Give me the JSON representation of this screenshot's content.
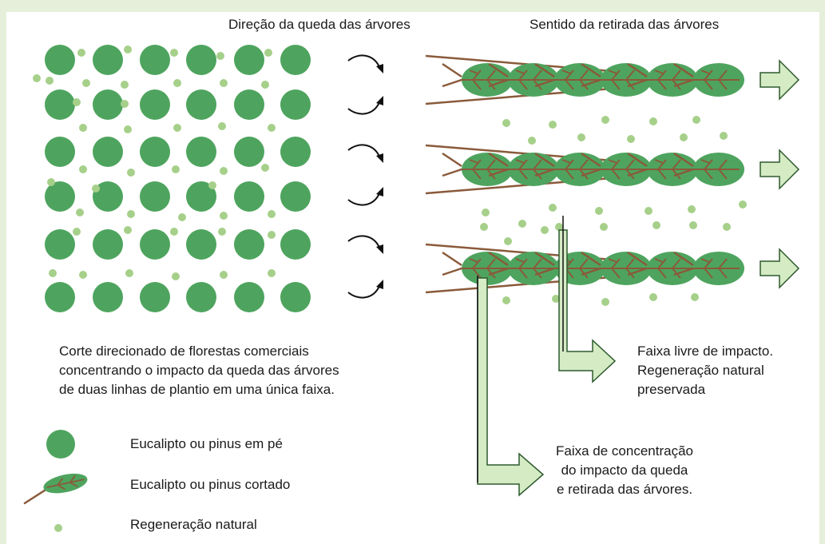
{
  "headings": {
    "fall_direction": "Direção da queda das árvores",
    "removal_direction": "Sentido da retirada das árvores"
  },
  "description": [
    "Corte direcionado de florestas comerciais",
    "concentrando o impacto da queda das árvores",
    "de duas linhas de plantio em uma única faixa."
  ],
  "legend": {
    "standing": "Eucalipto ou pinus em pé",
    "cut": "Eucalipto ou pinus cortado",
    "regen": "Regeneração natural"
  },
  "callouts": {
    "free_strip": [
      "Faixa livre de impacto.",
      "Regeneração natural",
      "preservada"
    ],
    "impact_strip": [
      "Faixa de concentração",
      "do impacto da queda",
      "e retirada das árvores."
    ]
  },
  "colors": {
    "background": "#e6efd9",
    "tree_green": "#4ea45e",
    "regen_green": "#a6d08a",
    "trunk": "#8a5a3a",
    "arrow_fill": "#d4ebc4",
    "arrow_stroke": "#2e5a2e"
  },
  "icons": {
    "standing_tree": "standing-tree-icon",
    "cut_tree": "cut-tree-icon",
    "regeneration": "regeneration-dot-icon",
    "fall_arrow": "curved-arrow-icon",
    "removal_arrow": "block-arrow-icon"
  }
}
